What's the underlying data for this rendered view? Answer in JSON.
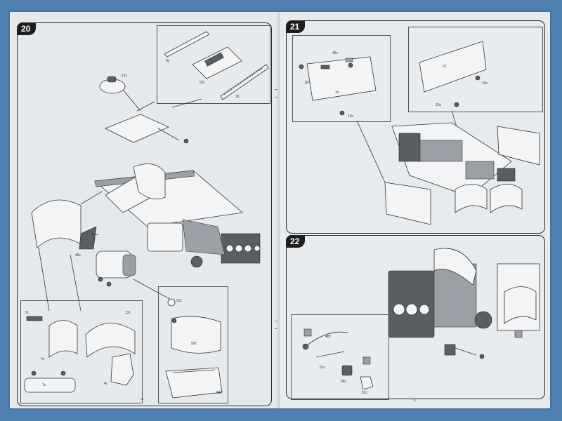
{
  "steps": [
    {
      "number": "20",
      "labels": [
        "21c",
        "9c",
        "52c",
        "8c",
        "46c",
        "22c",
        "13c",
        "59c",
        "58c",
        "4c",
        "5c",
        "7c"
      ]
    },
    {
      "number": "21",
      "labels": [
        "46c",
        "1c",
        "10c",
        "10c",
        "2c",
        "10c",
        "10c"
      ]
    },
    {
      "number": "22",
      "labels": [
        "48c",
        "51c",
        "51c",
        "58c"
      ]
    }
  ],
  "folios": {
    "left": "26",
    "right": "19"
  }
}
